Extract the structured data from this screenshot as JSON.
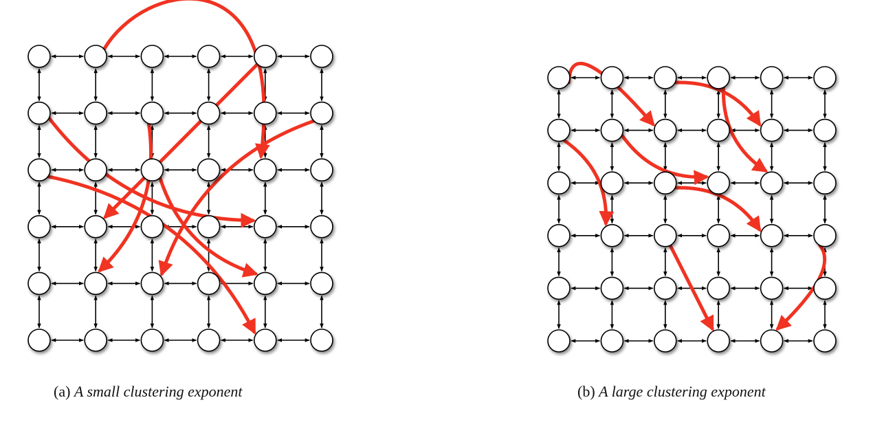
{
  "panels": [
    {
      "id": "a",
      "caption_label": "(a)",
      "caption_text": "A small clustering exponent",
      "grid_rows": 6,
      "grid_cols": 6,
      "long_range_links": [
        {
          "from": [
            0,
            1
          ],
          "to": [
            2,
            4
          ],
          "curve": "over-top"
        },
        {
          "from": [
            0,
            4
          ],
          "to": [
            3,
            1
          ]
        },
        {
          "from": [
            1,
            0
          ],
          "to": [
            3,
            4
          ],
          "curve": "arc"
        },
        {
          "from": [
            1,
            2
          ],
          "to": [
            4,
            1
          ],
          "curve": "arc"
        },
        {
          "from": [
            1,
            5
          ],
          "to": [
            4,
            2
          ],
          "curve": "arc"
        },
        {
          "from": [
            2,
            0
          ],
          "to": [
            5,
            4
          ],
          "curve": "arc"
        },
        {
          "from": [
            2,
            2
          ],
          "to": [
            4,
            4
          ],
          "curve": "arc"
        }
      ]
    },
    {
      "id": "b",
      "caption_label": "(b)",
      "caption_text": "A large clustering exponent",
      "grid_rows": 6,
      "grid_cols": 6,
      "long_range_links": [
        {
          "from": [
            0,
            0
          ],
          "to": [
            1,
            2
          ],
          "curve": "hook"
        },
        {
          "from": [
            0,
            2
          ],
          "to": [
            1,
            4
          ],
          "curve": "arc"
        },
        {
          "from": [
            0,
            3
          ],
          "to": [
            2,
            4
          ],
          "curve": "arc"
        },
        {
          "from": [
            1,
            0
          ],
          "to": [
            3,
            1
          ],
          "curve": "arc"
        },
        {
          "from": [
            1,
            1
          ],
          "to": [
            2,
            3
          ],
          "curve": "arc"
        },
        {
          "from": [
            2,
            2
          ],
          "to": [
            3,
            4
          ],
          "curve": "arc"
        },
        {
          "from": [
            3,
            2
          ],
          "to": [
            5,
            3
          ]
        },
        {
          "from": [
            3,
            5
          ],
          "to": [
            5,
            4
          ],
          "curve": "hook"
        }
      ]
    }
  ],
  "colors": {
    "long_range_arrow": "#f03322",
    "node_fill": "#ffffff",
    "node_stroke": "#000000",
    "local_link": "#000000"
  }
}
